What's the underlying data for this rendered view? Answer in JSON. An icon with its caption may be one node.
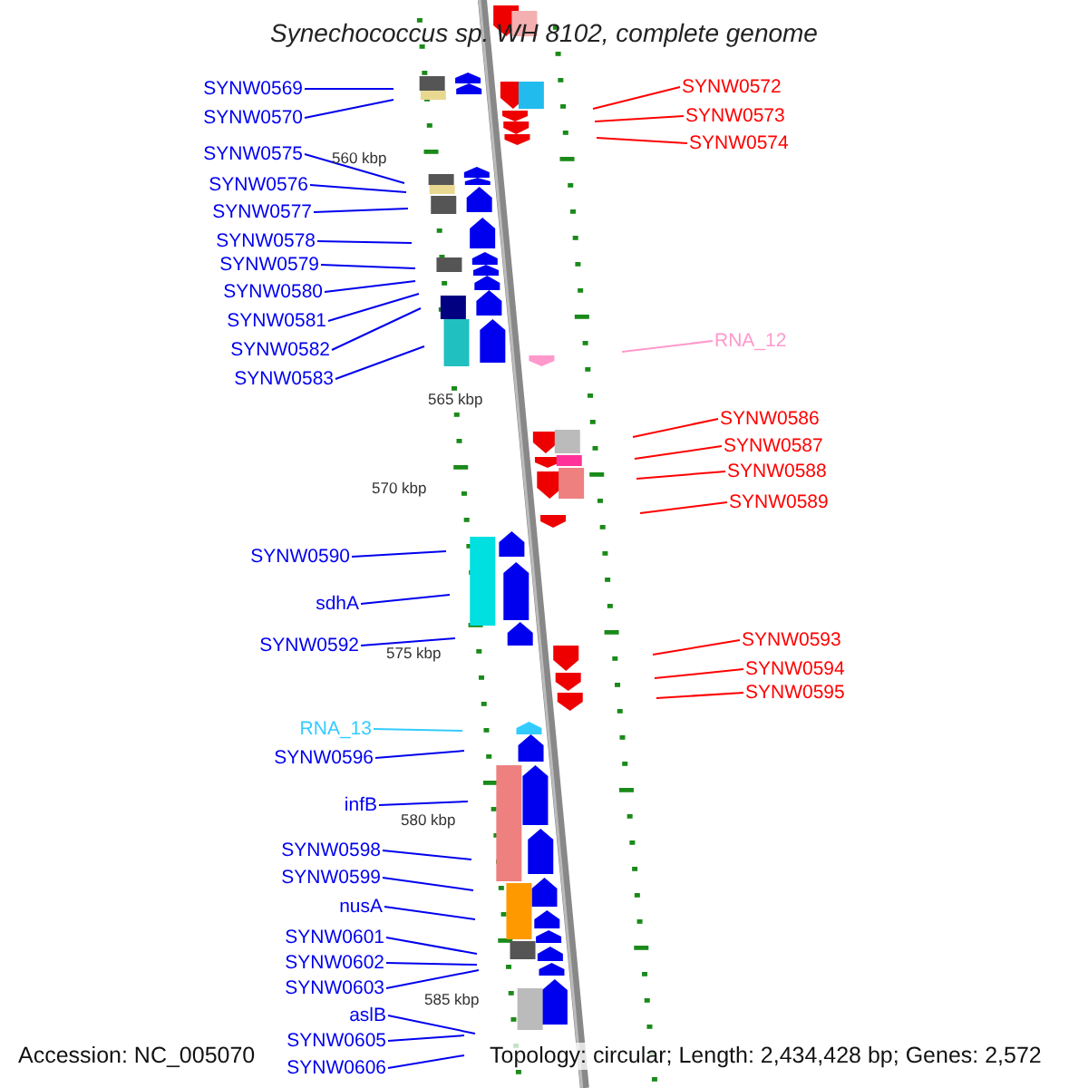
{
  "diagram": {
    "title": "Synechococcus sp. WH 8102, complete genome",
    "nodes": [
      {
        "text": [
          "SYNW0569"
        ]
      },
      {
        "text": [
          "SYNW0570"
        ]
      },
      {
        "text": [
          "SYNW0575"
        ]
      },
      {
        "text": [
          "SYNW0576"
        ]
      },
      {
        "text": [
          "SYNW0577"
        ]
      },
      {
        "text": [
          "SYNW0578"
        ]
      },
      {
        "text": [
          "SYNW0579"
        ]
      },
      {
        "text": [
          "SYNW0580"
        ]
      },
      {
        "text": [
          "SYNW0581"
        ]
      },
      {
        "text": [
          "SYNW0582"
        ]
      },
      {
        "text": [
          "SYNW0583"
        ]
      },
      {
        "text": [
          "SYNW0590"
        ]
      },
      {
        "text": [
          "sdhA"
        ]
      },
      {
        "text": [
          "SYNW0592"
        ]
      },
      {
        "text": [
          "RNA_13"
        ]
      },
      {
        "text": [
          "SYNW0596"
        ]
      },
      {
        "text": [
          "infB"
        ]
      },
      {
        "text": [
          "SYNW0598"
        ]
      },
      {
        "text": [
          "SYNW0599"
        ]
      },
      {
        "text": [
          "nusA"
        ]
      },
      {
        "text": [
          "SYNW0601"
        ]
      },
      {
        "text": [
          "SYNW0602"
        ]
      },
      {
        "text": [
          "SYNW0603"
        ]
      },
      {
        "text": [
          "aslB"
        ]
      },
      {
        "text": [
          "SYNW0605"
        ]
      },
      {
        "text": [
          "SYNW0606"
        ]
      },
      {
        "text": [
          "SYNW0572"
        ]
      },
      {
        "text": [
          "SYNW0573"
        ]
      },
      {
        "text": [
          "SYNW0574"
        ]
      },
      {
        "text": [
          "RNA_12"
        ]
      },
      {
        "text": [
          "SYNW0586"
        ]
      },
      {
        "text": [
          "SYNW0587"
        ]
      },
      {
        "text": [
          "SYNW0588"
        ]
      },
      {
        "text": [
          "SYNW0589"
        ]
      },
      {
        "text": [
          "SYNW0593"
        ]
      },
      {
        "text": [
          "SYNW0594"
        ]
      },
      {
        "text": [
          "SYNW0595"
        ]
      }
    ],
    "edges": [
      {
        "from": 0,
        "to": null,
        "arrow": "none"
      },
      {
        "from": 1,
        "to": null,
        "arrow": "none"
      },
      {
        "from": 2,
        "to": null,
        "arrow": "none"
      },
      {
        "from": 3,
        "to": null,
        "arrow": "none"
      },
      {
        "from": 4,
        "to": null,
        "arrow": "none"
      },
      {
        "from": 5,
        "to": null,
        "arrow": "none"
      },
      {
        "from": 6,
        "to": null,
        "arrow": "none"
      },
      {
        "from": 7,
        "to": null,
        "arrow": "none"
      },
      {
        "from": 8,
        "to": null,
        "arrow": "none"
      },
      {
        "from": 9,
        "to": null,
        "arrow": "none"
      },
      {
        "from": 10,
        "to": null,
        "arrow": "none"
      },
      {
        "from": 11,
        "to": null,
        "arrow": "none"
      },
      {
        "from": 12,
        "to": null,
        "arrow": "none"
      },
      {
        "from": 13,
        "to": null,
        "arrow": "none"
      },
      {
        "from": 14,
        "to": null,
        "arrow": "none",
        "color": "#33ccff"
      },
      {
        "from": 15,
        "to": null,
        "arrow": "none"
      },
      {
        "from": 16,
        "to": null,
        "arrow": "none"
      },
      {
        "from": 17,
        "to": null,
        "arrow": "none"
      },
      {
        "from": 18,
        "to": null,
        "arrow": "none"
      },
      {
        "from": 19,
        "to": null,
        "arrow": "none"
      },
      {
        "from": 20,
        "to": null,
        "arrow": "none"
      },
      {
        "from": 21,
        "to": null,
        "arrow": "none"
      },
      {
        "from": 22,
        "to": null,
        "arrow": "none"
      },
      {
        "from": 23,
        "to": null,
        "arrow": "none"
      },
      {
        "from": 24,
        "to": null,
        "arrow": "none"
      },
      {
        "from": 25,
        "to": null,
        "arrow": "none"
      },
      {
        "from": 26,
        "to": null,
        "arrow": "none",
        "color": "#ff0000"
      },
      {
        "from": 27,
        "to": null,
        "arrow": "none",
        "color": "#ff0000"
      },
      {
        "from": 28,
        "to": null,
        "arrow": "none",
        "color": "#ff0000"
      },
      {
        "from": 29,
        "to": null,
        "arrow": "none",
        "color": "#ff99cc"
      },
      {
        "from": 30,
        "to": null,
        "arrow": "none",
        "color": "#ff0000"
      },
      {
        "from": 31,
        "to": null,
        "arrow": "none",
        "color": "#ff0000"
      },
      {
        "from": 32,
        "to": null,
        "arrow": "none",
        "color": "#ff0000"
      },
      {
        "from": 33,
        "to": null,
        "arrow": "none",
        "color": "#ff0000"
      },
      {
        "from": 34,
        "to": null,
        "arrow": "none",
        "color": "#ff0000"
      },
      {
        "from": 35,
        "to": null,
        "arrow": "none",
        "color": "#ff0000"
      },
      {
        "from": 36,
        "to": null,
        "arrow": "none",
        "color": "#ff0000"
      }
    ],
    "labels": [
      "560 kbp",
      "565 kbp",
      "570 kbp",
      "575 kbp",
      "580 kbp",
      "585 kbp",
      "Accession: NC_005070",
      "Topology: circular; Length: 2,434,428 bp; Genes: 2,572"
    ]
  }
}
